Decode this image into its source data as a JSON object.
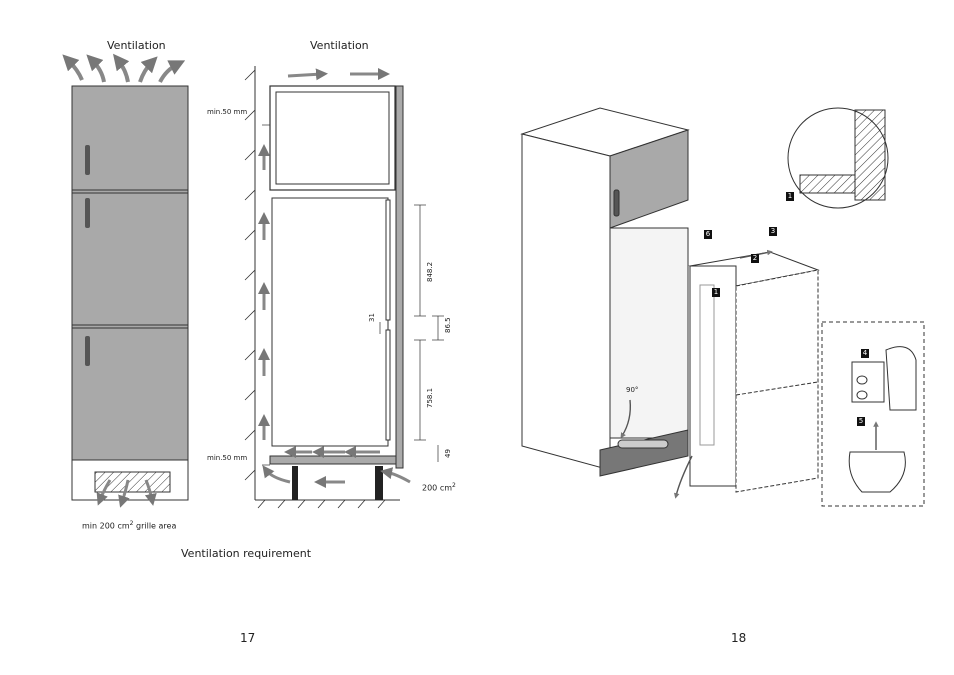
{
  "page_left": {
    "ventilation_left": "Ventilation",
    "ventilation_right": "Ventilation",
    "min50_top": "min.50 mm",
    "min50_bottom": "min.50 mm",
    "dim_848": "848.2",
    "dim_31": "31",
    "dim_86": "86.5",
    "dim_758": "758.1",
    "dim_49": "49",
    "area_right": "200 cm",
    "area_right_sup": "2",
    "grille_prefix": "min 200 cm",
    "grille_sup": "2",
    "grille_suffix": " grille area",
    "caption": "Ventilation requirement",
    "page_number": "17"
  },
  "page_right": {
    "angle_label": "90°",
    "steps": [
      "1",
      "2",
      "3",
      "4",
      "5",
      "6",
      "1"
    ],
    "page_number": "18"
  }
}
